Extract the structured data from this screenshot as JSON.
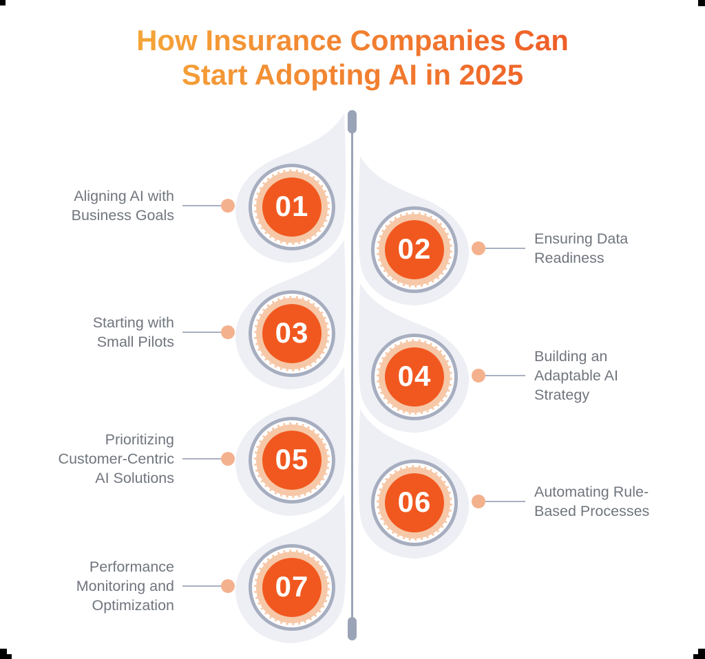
{
  "title": {
    "lines": [
      "How Insurance Companies Can",
      "Start Adopting AI in 2025"
    ]
  },
  "steps": [
    {
      "number": "01",
      "side": "left",
      "label_lines": [
        "Aligning AI with",
        "Business Goals"
      ]
    },
    {
      "number": "02",
      "side": "right",
      "label_lines": [
        "Ensuring Data",
        "Readiness"
      ]
    },
    {
      "number": "03",
      "side": "left",
      "label_lines": [
        "Starting with",
        "Small Pilots"
      ]
    },
    {
      "number": "04",
      "side": "right",
      "label_lines": [
        "Building an",
        "Adaptable AI",
        "Strategy"
      ]
    },
    {
      "number": "05",
      "side": "left",
      "label_lines": [
        "Prioritizing",
        "Customer-Centric",
        "AI Solutions"
      ]
    },
    {
      "number": "06",
      "side": "right",
      "label_lines": [
        "Automating Rule-",
        "Based Processes"
      ]
    },
    {
      "number": "07",
      "side": "left",
      "label_lines": [
        "Performance",
        "Monitoring and",
        "Optimization"
      ]
    }
  ],
  "colors": {
    "step_circle_fill": "#F1581F",
    "step_ring_peach": "#F6C8A8",
    "step_ring_gray": "#A7AEC0",
    "teardrop_blob": "#EDEFF4",
    "timeline_spine": "#9BA3B7",
    "connector_line": "#A9AFC0",
    "connector_dot": "#F4B18D",
    "label_text": "#70757D",
    "title_gradient_from": "#F5AC3B",
    "title_gradient_to": "#EE5726"
  }
}
